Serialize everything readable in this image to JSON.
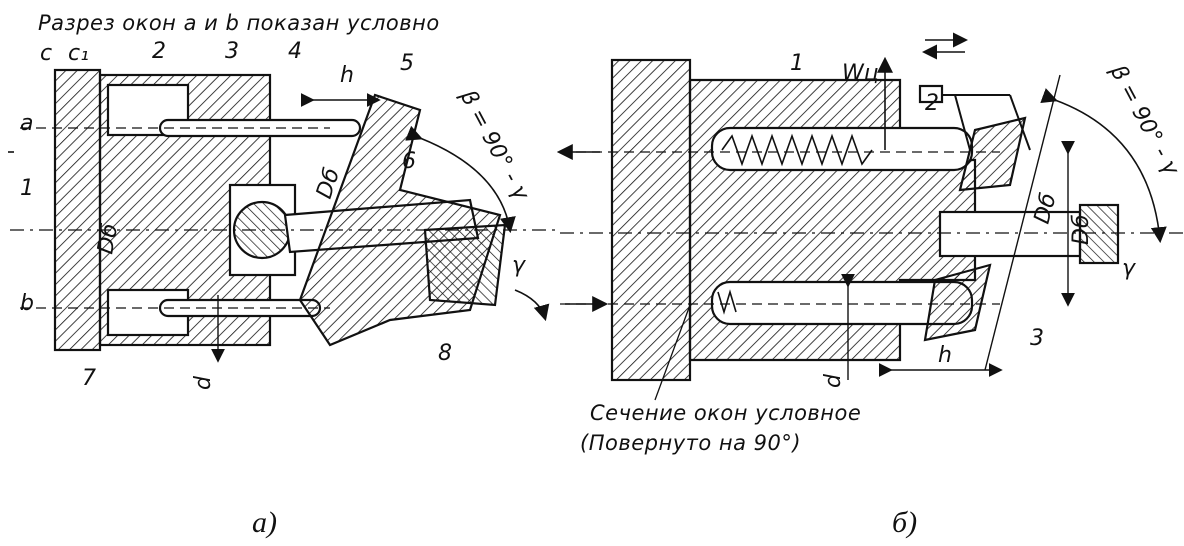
{
  "figure": {
    "caption_top": "Разрез окон a и b показан условно",
    "caption_bottom_line1": "Сечение окон условное",
    "caption_bottom_line2": "(Повернуто на 90°)",
    "sub_a": "а)",
    "sub_b": "б)"
  },
  "view_a": {
    "labels": [
      "c",
      "c₁",
      "a",
      "1",
      "Dб",
      "2",
      "3",
      "4",
      "h",
      "Dб",
      "5",
      "β = 90° - γ",
      "6",
      "γ",
      "b",
      "7",
      "d",
      "8"
    ]
  },
  "view_b": {
    "labels": [
      "Wц",
      "1",
      "2",
      "β = 90° - γ",
      "Dб",
      "Dб",
      "γ",
      "3",
      "h",
      "d"
    ]
  },
  "colors": {
    "ink": "#111111",
    "paper": "#ffffff"
  }
}
